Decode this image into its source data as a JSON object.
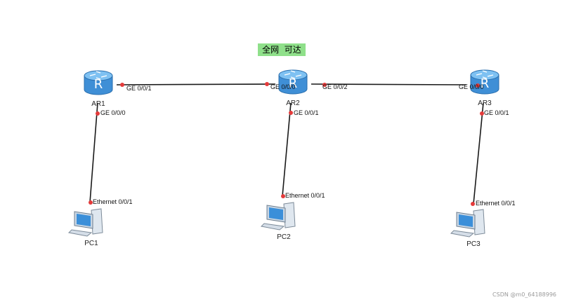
{
  "title": "全网  可达",
  "watermark": "CSDN @m0_64188996",
  "colors": {
    "router_body": "#3f8fd6",
    "router_top": "#7ec1f2",
    "link": "#1a1a1a",
    "port": "#e53b3b",
    "title_bg": "#8fe08a"
  },
  "devices": [
    {
      "id": "AR1",
      "type": "router",
      "label": "AR1",
      "icon": "router-icon"
    },
    {
      "id": "AR2",
      "type": "router",
      "label": "AR2",
      "icon": "router-icon"
    },
    {
      "id": "AR3",
      "type": "router",
      "label": "AR3",
      "icon": "router-icon"
    },
    {
      "id": "PC1",
      "type": "pc",
      "label": "PC1",
      "icon": "pc-icon"
    },
    {
      "id": "PC2",
      "type": "pc",
      "label": "PC2",
      "icon": "pc-icon"
    },
    {
      "id": "PC3",
      "type": "pc",
      "label": "PC3",
      "icon": "pc-icon"
    }
  ],
  "links": [
    {
      "from": "AR1",
      "to": "AR2",
      "from_port": "GE 0/0/1",
      "to_port": "GE 0/0/0"
    },
    {
      "from": "AR2",
      "to": "AR3",
      "from_port": "GE 0/0/2",
      "to_port": "GE 0/0/0"
    },
    {
      "from": "AR1",
      "to": "PC1",
      "from_port": "GE 0/0/0",
      "to_port": "Ethernet 0/0/1"
    },
    {
      "from": "AR2",
      "to": "PC2",
      "from_port": "GE 0/0/1",
      "to_port": "Ethernet 0/0/1"
    },
    {
      "from": "AR3",
      "to": "PC3",
      "from_port": "GE 0/0/1",
      "to_port": "Ethernet 0/0/1"
    }
  ]
}
